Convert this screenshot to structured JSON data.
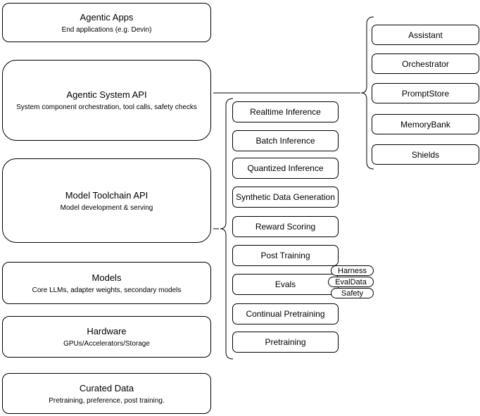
{
  "diagram": {
    "left_stack": [
      {
        "title": "Agentic Apps",
        "subtitle": "End applications (e.g. Devin)"
      },
      {
        "title": "Agentic System API",
        "subtitle": "System component orchestration, tool calls, safety checks"
      },
      {
        "title": "Model Toolchain API",
        "subtitle": "Model development & serving"
      },
      {
        "title": "Models",
        "subtitle": "Core LLMs, adapter weights, secondary models"
      },
      {
        "title": "Hardware",
        "subtitle": "GPUs/Accelerators/Storage"
      },
      {
        "title": "Curated Data",
        "subtitle": "Pretraining, preference, post training."
      }
    ],
    "toolchain_items": [
      "Realtime Inference",
      "Batch Inference",
      "Quantized Inference",
      "Synthetic Data Generation",
      "Reward Scoring",
      "Post Training",
      "Evals",
      "Continual Pretraining",
      "Pretraining"
    ],
    "evals_tags": [
      "Harness",
      "EvalData",
      "Safety"
    ],
    "system_components": [
      "Assistant",
      "Orchestrator",
      "PromptStore",
      "MemoryBank",
      "Shields"
    ],
    "colors": {
      "stroke": "#000000",
      "fill": "#ffffff",
      "text": "#000000"
    }
  }
}
